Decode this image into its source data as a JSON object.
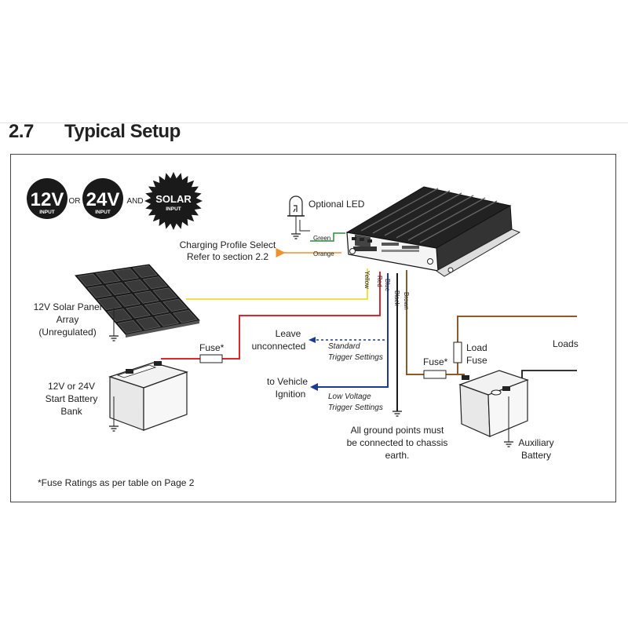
{
  "header": {
    "section_number": "2.7",
    "section_title": "Typical Setup"
  },
  "badges": {
    "b12v": {
      "big": "12V",
      "small": "INPUT"
    },
    "conj_or": "OR",
    "b24v": {
      "big": "24V",
      "small": "INPUT"
    },
    "conj_and": "AND",
    "solar": {
      "big": "SOLAR",
      "small": "INPUT"
    }
  },
  "labels": {
    "optional_led": "Optional LED",
    "charging_profile_line1": "Charging Profile Select",
    "charging_profile_line2": "Refer to section 2.2",
    "solar_line1": "12V Solar Panel",
    "solar_line2": "Array",
    "solar_line3": "(Unregulated)",
    "fuse_start": "Fuse*",
    "start_batt_line1": "12V or 24V",
    "start_batt_line2": "Start Battery",
    "start_batt_line3": "Bank",
    "leave_line1": "Leave",
    "leave_line2": "unconnected",
    "standard_line1": "Standard",
    "standard_line2": "Trigger Settings",
    "vehicle_line1": "to Vehicle",
    "vehicle_line2": "Ignition",
    "lowv_line1": "Low Voltage",
    "lowv_line2": "Trigger Settings",
    "ground_line1": "All ground points must",
    "ground_line2": "be connected to chassis",
    "ground_line3": "earth.",
    "fuse_aux": "Fuse*",
    "load_fuse_line1": "Load",
    "load_fuse_line2": "Fuse",
    "loads": "Loads",
    "aux_line1": "Auxiliary",
    "aux_line2": "Battery",
    "footnote": "*Fuse Ratings as per table on Page 2"
  },
  "wires": {
    "green": "Green",
    "orange": "Orange",
    "yellow": "Yellow",
    "red": "Red",
    "blue": "Blue",
    "black": "Black",
    "brown": "Brown"
  },
  "colors": {
    "yellow_wire": "#f2e24a",
    "red_wire": "#e0262b",
    "blue_wire": "#1f3a93",
    "orange_wire": "#f0922b",
    "green_wire": "#2e8b3a",
    "brown_wire": "#8b5a2b",
    "black_wire": "#1a1a1a"
  }
}
